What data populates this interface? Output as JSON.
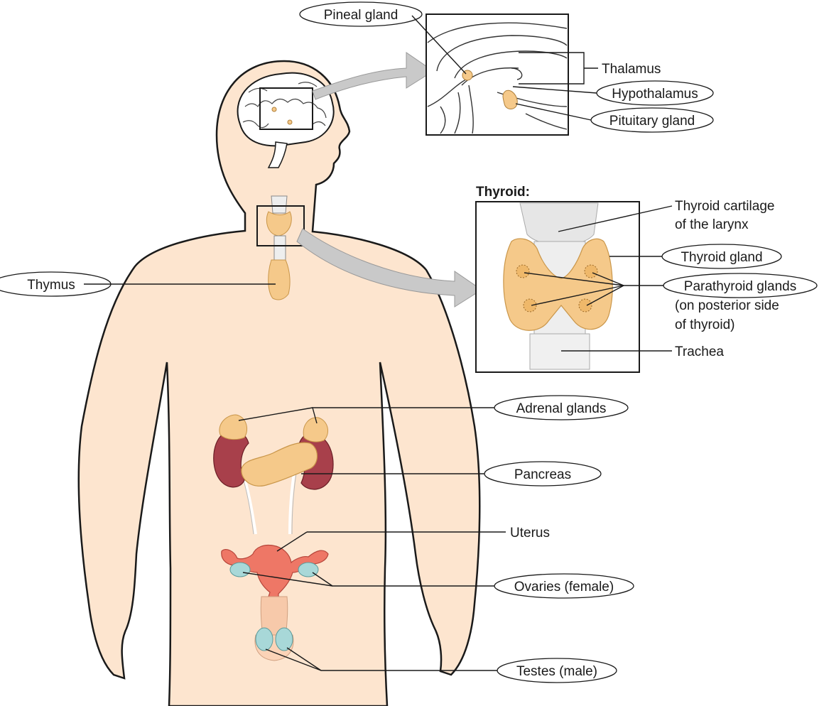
{
  "labels": {
    "pineal_gland": "Pineal gland",
    "thalamus": "Thalamus",
    "hypothalamus": "Hypothalamus",
    "pituitary_gland": "Pituitary gland",
    "thyroid_heading": "Thyroid:",
    "thyroid_cartilage_line1": "Thyroid cartilage",
    "thyroid_cartilage_line2": "of the larynx",
    "thyroid_gland": "Thyroid gland",
    "parathyroid_line1": "Parathyroid glands",
    "parathyroid_line2": "(on posterior side",
    "parathyroid_line3": "of thyroid)",
    "trachea": "Trachea",
    "thymus": "Thymus",
    "adrenal_glands": "Adrenal glands",
    "pancreas": "Pancreas",
    "uterus": "Uterus",
    "ovaries": "Ovaries (female)",
    "testes": "Testes (male)"
  },
  "colors": {
    "skin": "#fde5cf",
    "outline": "#1a1a1a",
    "gland": "#f5c98a",
    "kidney": "#a8404b",
    "uterus": "#ee7766",
    "ovary": "#a8d8d8",
    "arrow": "#c9c9c9",
    "cartilage": "#e6e6e6"
  }
}
